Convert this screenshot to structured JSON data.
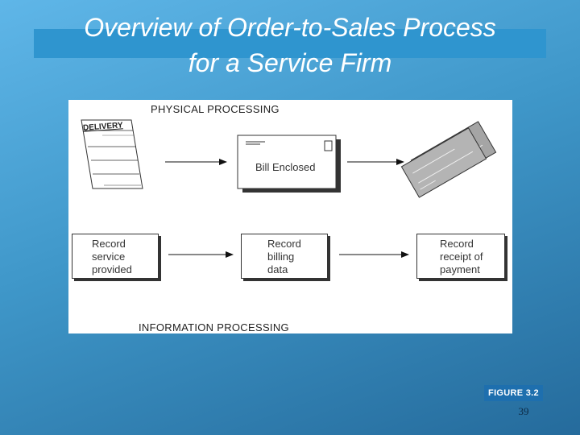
{
  "slide": {
    "title_line1": "Overview of Order-to-Sales Process",
    "title_line2": "for a Service Firm",
    "figure_label": "FIGURE 3.2",
    "page_number": "39"
  },
  "diagram": {
    "physical_heading": "PHYSICAL PROCESSING",
    "information_heading": "INFORMATION PROCESSING",
    "delivery_doc_title": "DELIVERY",
    "bill_label": "Bill Enclosed",
    "boxes": [
      {
        "line1": "Record",
        "line2": "service",
        "line3": "provided"
      },
      {
        "line1": "Record",
        "line2": "billing",
        "line3": "data"
      },
      {
        "line1": "Record",
        "line2": "receipt of",
        "line3": "payment"
      }
    ]
  }
}
